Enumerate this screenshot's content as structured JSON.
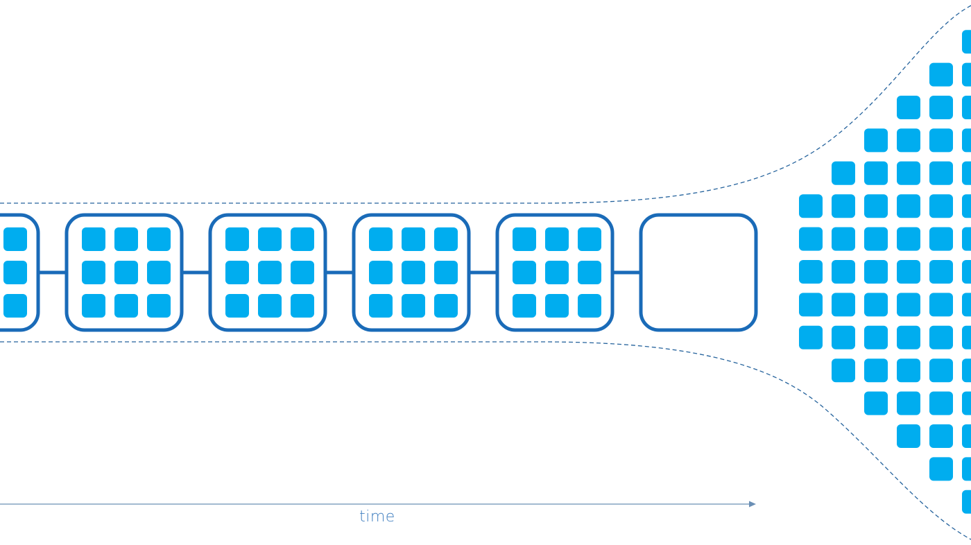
{
  "axis": {
    "label": "time"
  },
  "colors": {
    "item_fill": "#00adef",
    "block_stroke": "#1a6bb8",
    "chain_link": "#1a6bb8",
    "dashed_outline": "#24629c",
    "axis_line": "#6a8fb5",
    "label_text": "#3e7dbf"
  },
  "chain": {
    "blocks": [
      {
        "id": "block-1",
        "items": 9,
        "state": "full",
        "partially_visible": true
      },
      {
        "id": "block-2",
        "items": 9,
        "state": "full"
      },
      {
        "id": "block-3",
        "items": 9,
        "state": "full"
      },
      {
        "id": "block-4",
        "items": 9,
        "state": "full"
      },
      {
        "id": "block-5",
        "items": 9,
        "state": "full"
      },
      {
        "id": "block-6",
        "items": 0,
        "state": "empty"
      }
    ]
  },
  "pending_pool": {
    "columns": [
      {
        "rows_visible": 5
      },
      {
        "rows_visible": 7
      },
      {
        "rows_visible": 9
      },
      {
        "rows_visible": 11
      },
      {
        "rows_visible": 13
      },
      {
        "rows_visible": 15
      }
    ]
  }
}
